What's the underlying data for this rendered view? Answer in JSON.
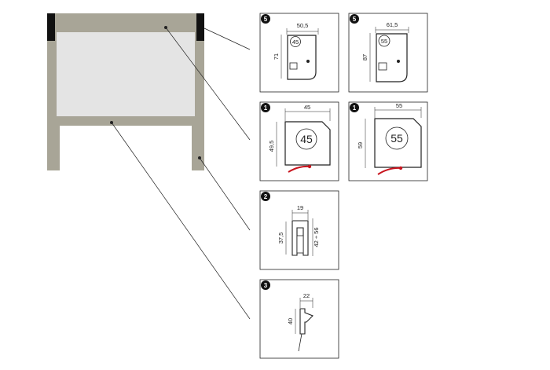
{
  "panels": {
    "p5a": {
      "badge": "5",
      "width": "50,5",
      "height": "71",
      "circle": "45"
    },
    "p5b": {
      "badge": "5",
      "width": "61,5",
      "height": "87",
      "circle": "55"
    },
    "p1a": {
      "badge": "1",
      "width": "45",
      "height": "49,5",
      "circle": "45"
    },
    "p1b": {
      "badge": "1",
      "width": "55",
      "height": "59",
      "circle": "55"
    },
    "p2": {
      "badge": "2",
      "width": "19",
      "height_left": "37,5",
      "height_right": "42 ÷ 56"
    },
    "p3": {
      "badge": "3",
      "width": "22",
      "height": "40"
    }
  },
  "colors": {
    "frame": "#a8a597",
    "glass": "#e4e4e4",
    "dark": "#111111",
    "accent": "#c8141e"
  }
}
